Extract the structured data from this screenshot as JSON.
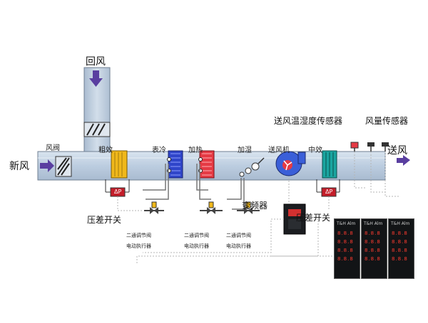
{
  "labels": {
    "return_air": "回风",
    "fresh_air": "新风",
    "supply_air": "送风",
    "supply_temp_humidity_sensor": "送风温湿度传感器",
    "airflow_sensor": "风量传感器",
    "pressure_switch_1": "压差开关",
    "pressure_switch_2": "压差开关",
    "vfd": "变频器"
  },
  "sections": {
    "damper": "风阀",
    "coarse_filter": "粗效",
    "cooling": "表冷",
    "heating": "加热",
    "humidifier": "加湿",
    "supply_fan": "送风机",
    "medium_filter": "中效"
  },
  "dp_gauge": "ΔP",
  "valves": [
    {
      "line1": "二通调节阀",
      "line2": "电动执行器"
    },
    {
      "line1": "二通调节阀",
      "line2": "电动执行器"
    },
    {
      "line1": "二通调节阀",
      "line2": "电动执行器"
    }
  ],
  "controllers": [
    {
      "header": "T&H  Alm",
      "r1": "8.8.8",
      "r2": "8.8.8",
      "r3": "8.8.8",
      "r4": "8.8.8"
    },
    {
      "header": "T&H  Alm",
      "r1": "8.8.8",
      "r2": "8.8.8",
      "r3": "8.8.8",
      "r4": "8.8.8"
    },
    {
      "header": "T&H  Alm",
      "r1": "8.8.8",
      "r2": "8.8.8",
      "r3": "8.8.8",
      "r4": "8.8.8"
    }
  ],
  "colors": {
    "duct": "#bfd0e2",
    "duct_edge": "#6f7f92",
    "arrow": "#5a3fa0",
    "filter": "#f0b81a",
    "cooling": "#2f45c9",
    "heating": "#e53a44",
    "fan": "#3a5fd8",
    "medium_filter": "#1aa5a0",
    "gauge": "#c41e2a"
  }
}
